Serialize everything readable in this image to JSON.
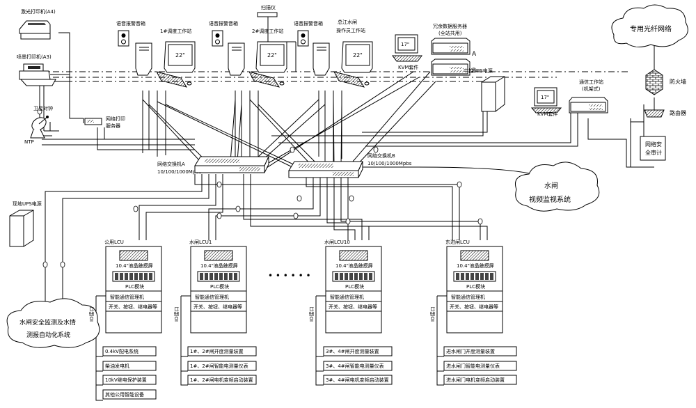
{
  "peripherals": {
    "laser_printer": "激光打印机(A4)",
    "inkjet_printer": "喷墨打印机(A3)",
    "satellite_clock": "卫星对钟",
    "ntp": "NTP",
    "print_server": [
      "网络打印",
      "服务器"
    ],
    "scanner": "扫描仪"
  },
  "workstations": [
    {
      "speaker": "语音报警音箱",
      "title": "1#调度工作站",
      "monitor": "22\""
    },
    {
      "speaker": "语音报警音箱",
      "title": "2#调度工作站",
      "monitor": "22\""
    },
    {
      "speaker": "语音报警音箱",
      "title_lines": [
        "总江水闸",
        "操作员工作站"
      ],
      "monitor": "22\""
    }
  ],
  "servers": {
    "kvm_monitor": "17\"",
    "kvm_label": "KVM套件",
    "title_lines": [
      "冗余数据服务器",
      "(全站共用)"
    ],
    "label_a": "A",
    "label_b": "B",
    "ups_center": "中控UPS电源"
  },
  "comm": {
    "kvm_monitor": "17\"",
    "kvm_label": "KVM套件",
    "title_lines": [
      "通信工作站",
      "(机架式)"
    ]
  },
  "security": {
    "cloud": "专用光纤网络",
    "firewall": "防火墙",
    "router": "路由器",
    "audit_lines": [
      "网络安",
      "全审计"
    ]
  },
  "switches": [
    {
      "name": "网络交换机A",
      "speed": "10/100/1000Mpbs"
    },
    {
      "name": "网络交换机B",
      "speed": "10/100/1000Mpbs"
    }
  ],
  "video_cloud": [
    "水闸",
    "视频监视系统"
  ],
  "ups_site": "现地UPS电源",
  "monitor_cloud": [
    "水闸安全监测及水情",
    "测报自动化系统"
  ],
  "lcu_inner": {
    "screen": "10.4\"液晶触摸屏",
    "plc": "PLC模块",
    "comm_mgr": "智能通信管理机",
    "io_items": "开关、按钮、继电器等",
    "io_port": "IO接口"
  },
  "ellipsis": "• • • • • •",
  "lcus": [
    {
      "name": "公用LCU",
      "devices": [
        "0.4kV配电系统",
        "柴油发电机",
        "10kV继电保护装置",
        "其他公用智能设备"
      ]
    },
    {
      "name": "水闸LCU1",
      "devices": [
        "1#、2#闸开度测量装置",
        "1#、2#闸智能电测量仪表",
        "1#、2#闸电机变频启动装置"
      ]
    },
    {
      "name": "水闸LCU10",
      "devices": [
        "3#、4#闸开度测量装置",
        "3#、4#闸智能电测量仪表",
        "3#、4#闸电机变频启动装置"
      ]
    },
    {
      "name": "东进闸LCU",
      "devices": [
        "进水闸门开度测量装置",
        "进水闸门智能电测量仪表",
        "进水闸门电机变频启动装置"
      ]
    }
  ]
}
